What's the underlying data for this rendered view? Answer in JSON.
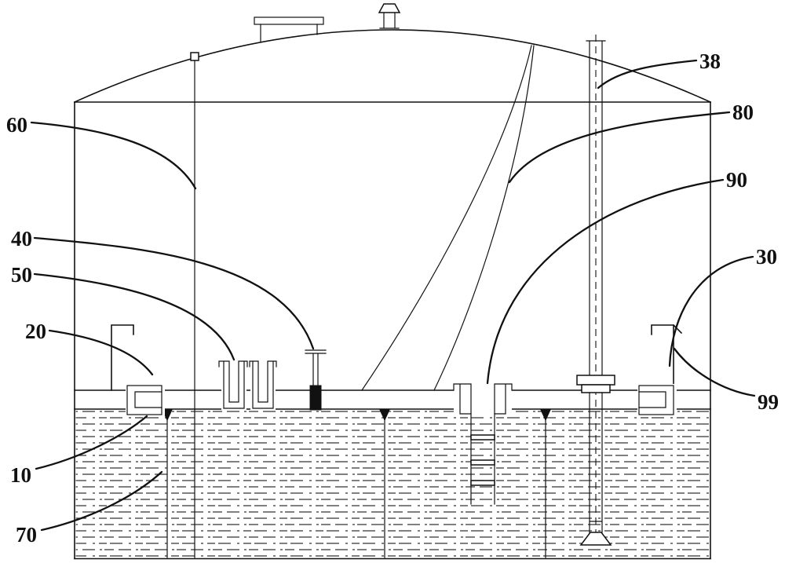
{
  "diagram": {
    "kind": "patent-style technical figure",
    "subject": "floating-roof storage tank cross-section with dome roof, gauge pole, guide pipe, deck fittings, ladder and liquid hatching"
  },
  "colors": {
    "line": "#111111",
    "background": "#ffffff",
    "hatch": "#333333"
  },
  "labels": [
    {
      "id": "60",
      "text": "60"
    },
    {
      "id": "38",
      "text": "38"
    },
    {
      "id": "80",
      "text": "80"
    },
    {
      "id": "90",
      "text": "90"
    },
    {
      "id": "30",
      "text": "30"
    },
    {
      "id": "99",
      "text": "99"
    },
    {
      "id": "40",
      "text": "40"
    },
    {
      "id": "50",
      "text": "50"
    },
    {
      "id": "20",
      "text": "20"
    },
    {
      "id": "10",
      "text": "10"
    },
    {
      "id": "70",
      "text": "70"
    }
  ]
}
